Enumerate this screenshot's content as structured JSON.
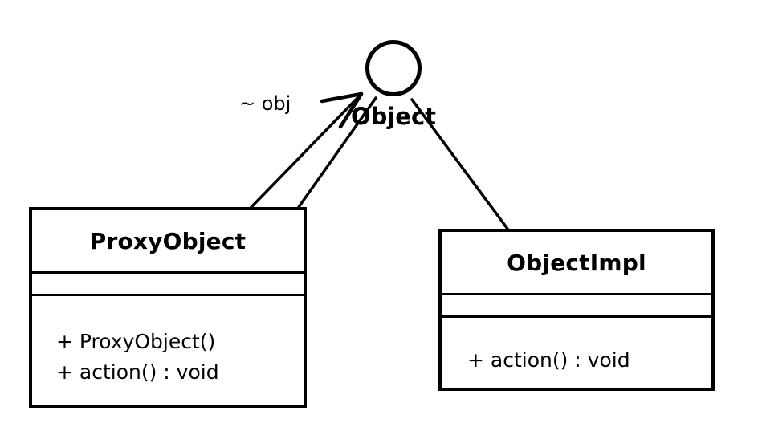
{
  "diagram": {
    "kind": "uml-class-diagram",
    "background_color": "#ffffff",
    "line_color": "#000000",
    "interface": {
      "name": "Object",
      "notation": "lollipop-ball",
      "icon": "interface-ball-icon"
    },
    "classes": [
      {
        "id": "proxy-object",
        "name": "ProxyObject",
        "attributes": [],
        "operations": [
          "+ ProxyObject()",
          "+ action() : void"
        ]
      },
      {
        "id": "object-impl",
        "name": "ObjectImpl",
        "attributes": [],
        "operations": [
          "+ action() : void"
        ]
      }
    ],
    "relationships": [
      {
        "id": "proxy-to-object-association",
        "type": "association",
        "source": "ProxyObject",
        "target": "Object",
        "role_label": "~ obj",
        "arrow": "open-arrow"
      },
      {
        "id": "proxy-to-object-realization",
        "type": "realization",
        "source": "ProxyObject",
        "target": "Object",
        "arrow": "none"
      },
      {
        "id": "objectimpl-to-object-realization",
        "type": "realization",
        "source": "ObjectImpl",
        "target": "Object",
        "arrow": "none"
      }
    ]
  }
}
